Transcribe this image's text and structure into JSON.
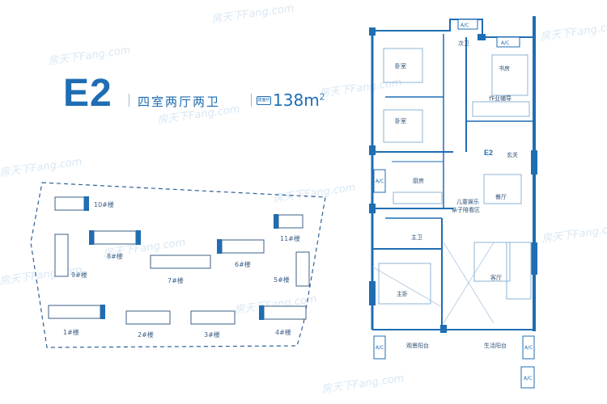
{
  "unit": {
    "name": "E2",
    "type": "四室两厅两卫",
    "area_tag": "建面约",
    "area_value": "138",
    "area_unit": "m",
    "area_sup": "2"
  },
  "site_plan": {
    "buildings": [
      {
        "label": "10#楼"
      },
      {
        "label": "11#楼"
      },
      {
        "label": "8#楼"
      },
      {
        "label": "6#楼"
      },
      {
        "label": "9#楼"
      },
      {
        "label": "7#楼"
      },
      {
        "label": "5#楼"
      },
      {
        "label": "1#楼"
      },
      {
        "label": "2#楼"
      },
      {
        "label": "3#楼"
      },
      {
        "label": "4#楼"
      }
    ]
  },
  "floor_plan": {
    "unit_label": "E2",
    "rooms": {
      "bedroom_1": "卧室",
      "bedroom_2": "卧室",
      "study": "书房",
      "work_aux": "作业辅导",
      "second_bath": "次卫",
      "entrance": "玄关",
      "kitchen": "厨房",
      "dining": "餐厅",
      "kids_area_1": "儿童娱乐",
      "kids_area_2": "亲子陪看区",
      "master_bath": "主卫",
      "master_bed": "主卧",
      "living": "客厅",
      "view_balcony": "观景阳台",
      "service_balcony": "生活阳台"
    },
    "ac_label": "A/C"
  },
  "watermark": "房天下Fang.com"
}
